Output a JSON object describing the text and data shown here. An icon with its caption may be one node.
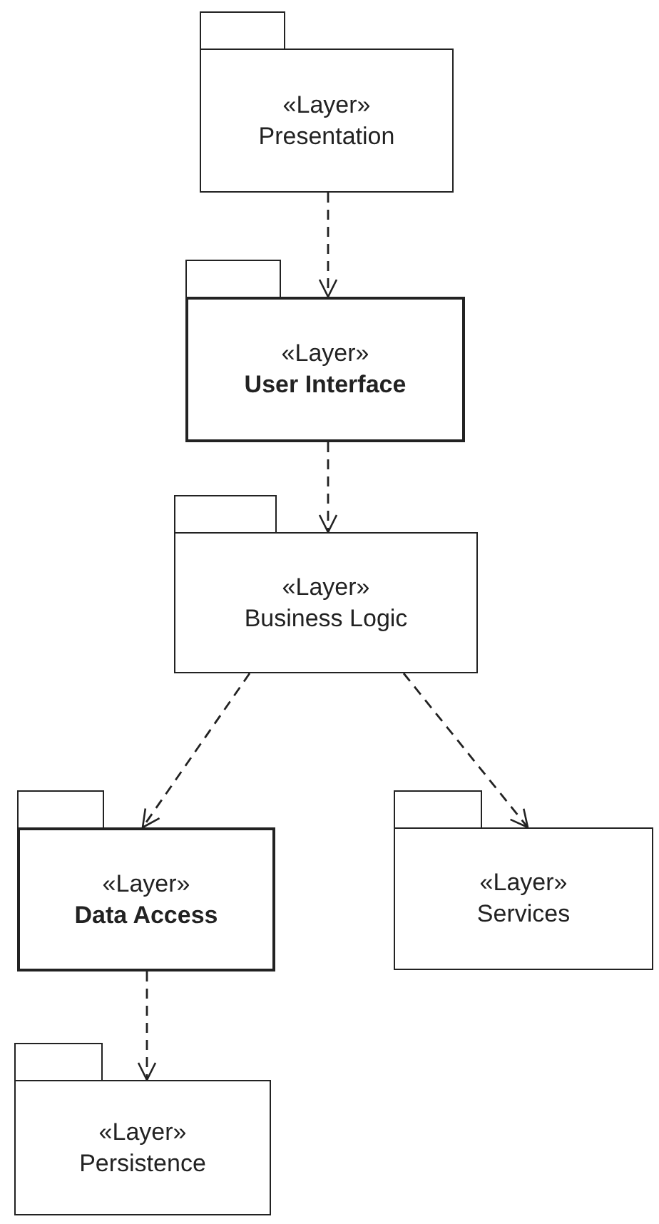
{
  "diagram": {
    "nodes": [
      {
        "text": [
          "«Layer»",
          "Presentation"
        ]
      },
      {
        "text": [
          "«Layer»",
          "User Interface"
        ]
      },
      {
        "text": [
          "«Layer»",
          "Business Logic"
        ]
      },
      {
        "text": [
          "«Layer»",
          "Data Access"
        ]
      },
      {
        "text": [
          "«Layer»",
          "Services"
        ]
      },
      {
        "text": [
          "«Layer»",
          "Persistence"
        ]
      }
    ],
    "edges": [
      {
        "from": 0,
        "to": 1,
        "arrow": "to",
        "style": "dashed"
      },
      {
        "from": 1,
        "to": 2,
        "arrow": "to",
        "style": "dashed"
      },
      {
        "from": 2,
        "to": 3,
        "arrow": "to",
        "style": "dashed"
      },
      {
        "from": 2,
        "to": 4,
        "arrow": "to",
        "style": "dashed"
      },
      {
        "from": 3,
        "to": 5,
        "arrow": "to",
        "style": "dashed"
      }
    ]
  }
}
